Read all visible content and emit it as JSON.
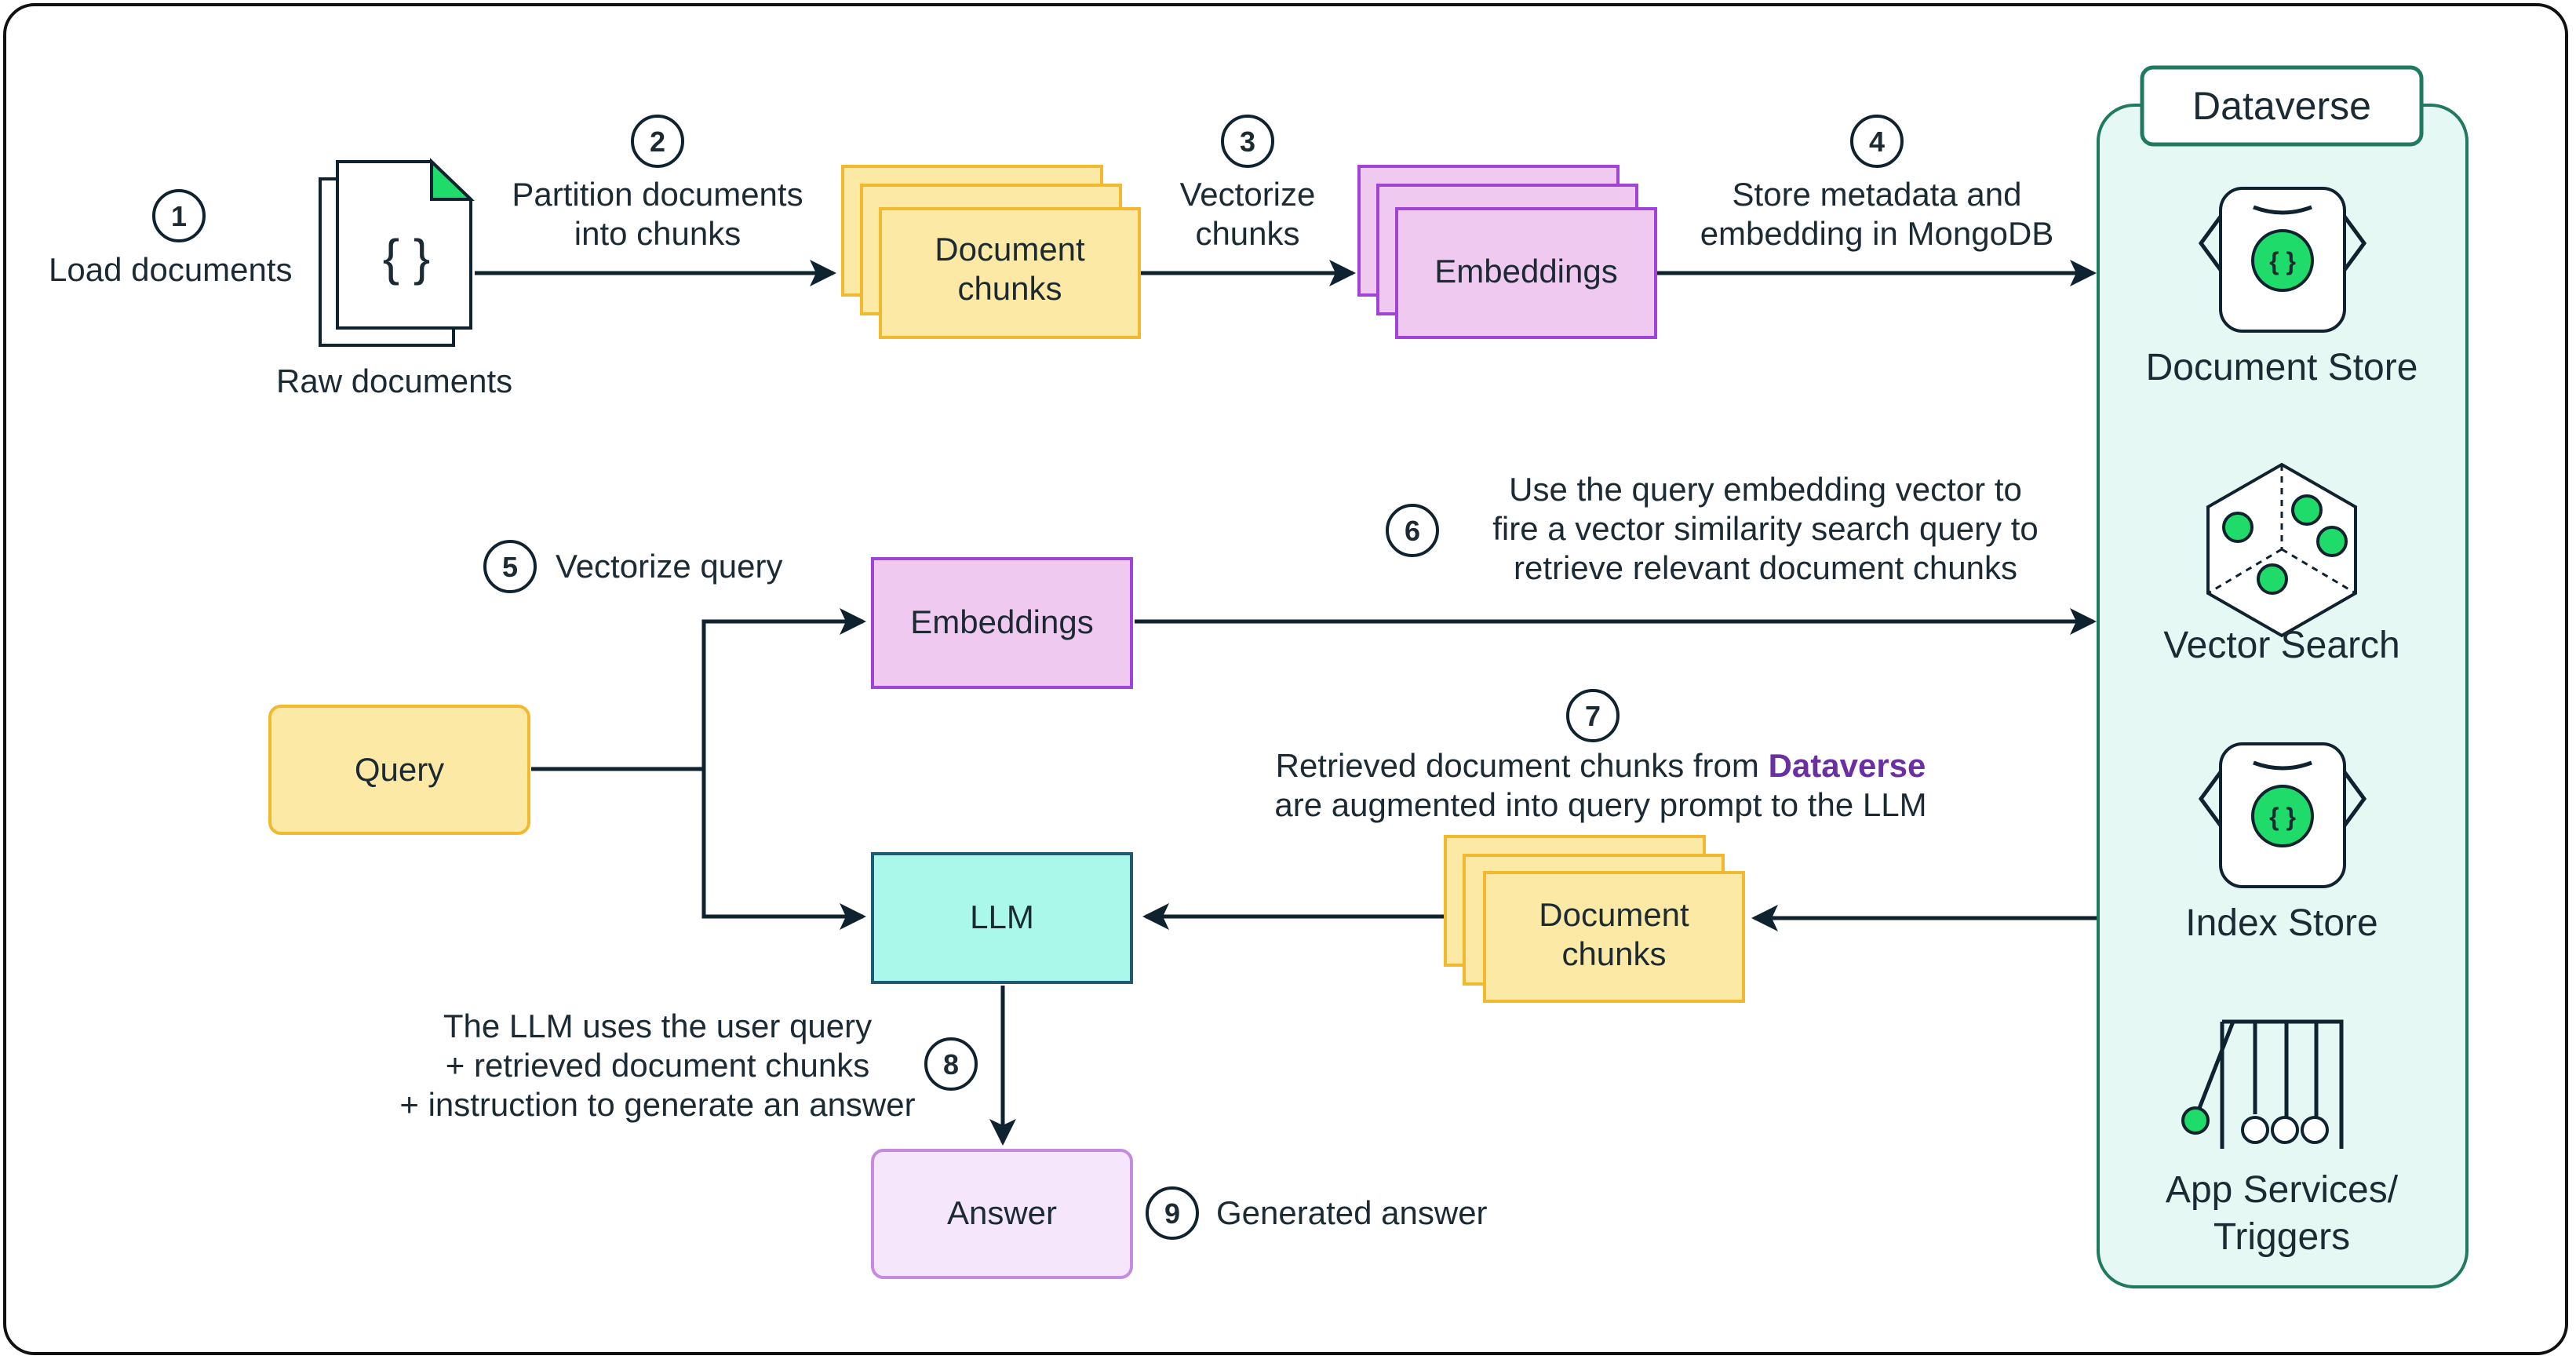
{
  "steps": {
    "s1": {
      "num": "1",
      "label": "Load documents"
    },
    "s2": {
      "num": "2",
      "line1": "Partition documents",
      "line2": "into chunks"
    },
    "s3": {
      "num": "3",
      "line1": "Vectorize",
      "line2": "chunks"
    },
    "s4": {
      "num": "4",
      "line1": "Store metadata and",
      "line2": "embedding in MongoDB"
    },
    "s5": {
      "num": "5",
      "label": "Vectorize query"
    },
    "s6": {
      "num": "6",
      "line1": "Use the query embedding vector to",
      "line2": "fire a vector similarity search query to",
      "line3": "retrieve relevant document chunks"
    },
    "s7": {
      "num": "7",
      "line1_pre": "Retrieved document chunks from ",
      "line1_accent": "Dataverse",
      "line2": "are augmented into query prompt to the LLM"
    },
    "s8": {
      "num": "8",
      "line1": "The LLM uses the user query",
      "line2": "+ retrieved document chunks",
      "line3": "+ instruction to generate an answer"
    },
    "s9": {
      "num": "9",
      "label": "Generated answer"
    }
  },
  "nodes": {
    "raw_documents": {
      "label": "Raw documents",
      "glyph": "{ }"
    },
    "document_chunks_top": {
      "line1": "Document",
      "line2": "chunks"
    },
    "embeddings_top": {
      "label": "Embeddings"
    },
    "query": {
      "label": "Query"
    },
    "embeddings_query": {
      "label": "Embeddings"
    },
    "llm": {
      "label": "LLM"
    },
    "document_chunks_bottom": {
      "line1": "Document",
      "line2": "chunks"
    },
    "answer": {
      "label": "Answer"
    }
  },
  "dataverse": {
    "title": "Dataverse",
    "items": [
      {
        "label": "Document Store",
        "icon": "document-store-icon",
        "glyph": "{ }"
      },
      {
        "label": "Vector Search",
        "icon": "vector-search-cube-icon"
      },
      {
        "label": "Index Store",
        "icon": "index-store-icon",
        "glyph": "{ }"
      },
      {
        "line1": "App Services/",
        "line2": "Triggers",
        "icon": "newtons-cradle-icon"
      }
    ]
  },
  "colors": {
    "yellow_fill": "#fde9a6",
    "yellow_stroke": "#f2b92e",
    "purple_fill": "#f0c9f0",
    "purple_stroke": "#a243d8",
    "cyan_fill": "#a9f8ea",
    "cyan_stroke": "#1e5a73",
    "answer_fill": "#f6e6fb",
    "answer_stroke": "#c58be0",
    "dataverse_fill": "#e6f8f3",
    "dataverse_stroke": "#1f7a5f",
    "green_dot": "#1fdc6a",
    "accent_text": "#6b2fa3"
  }
}
